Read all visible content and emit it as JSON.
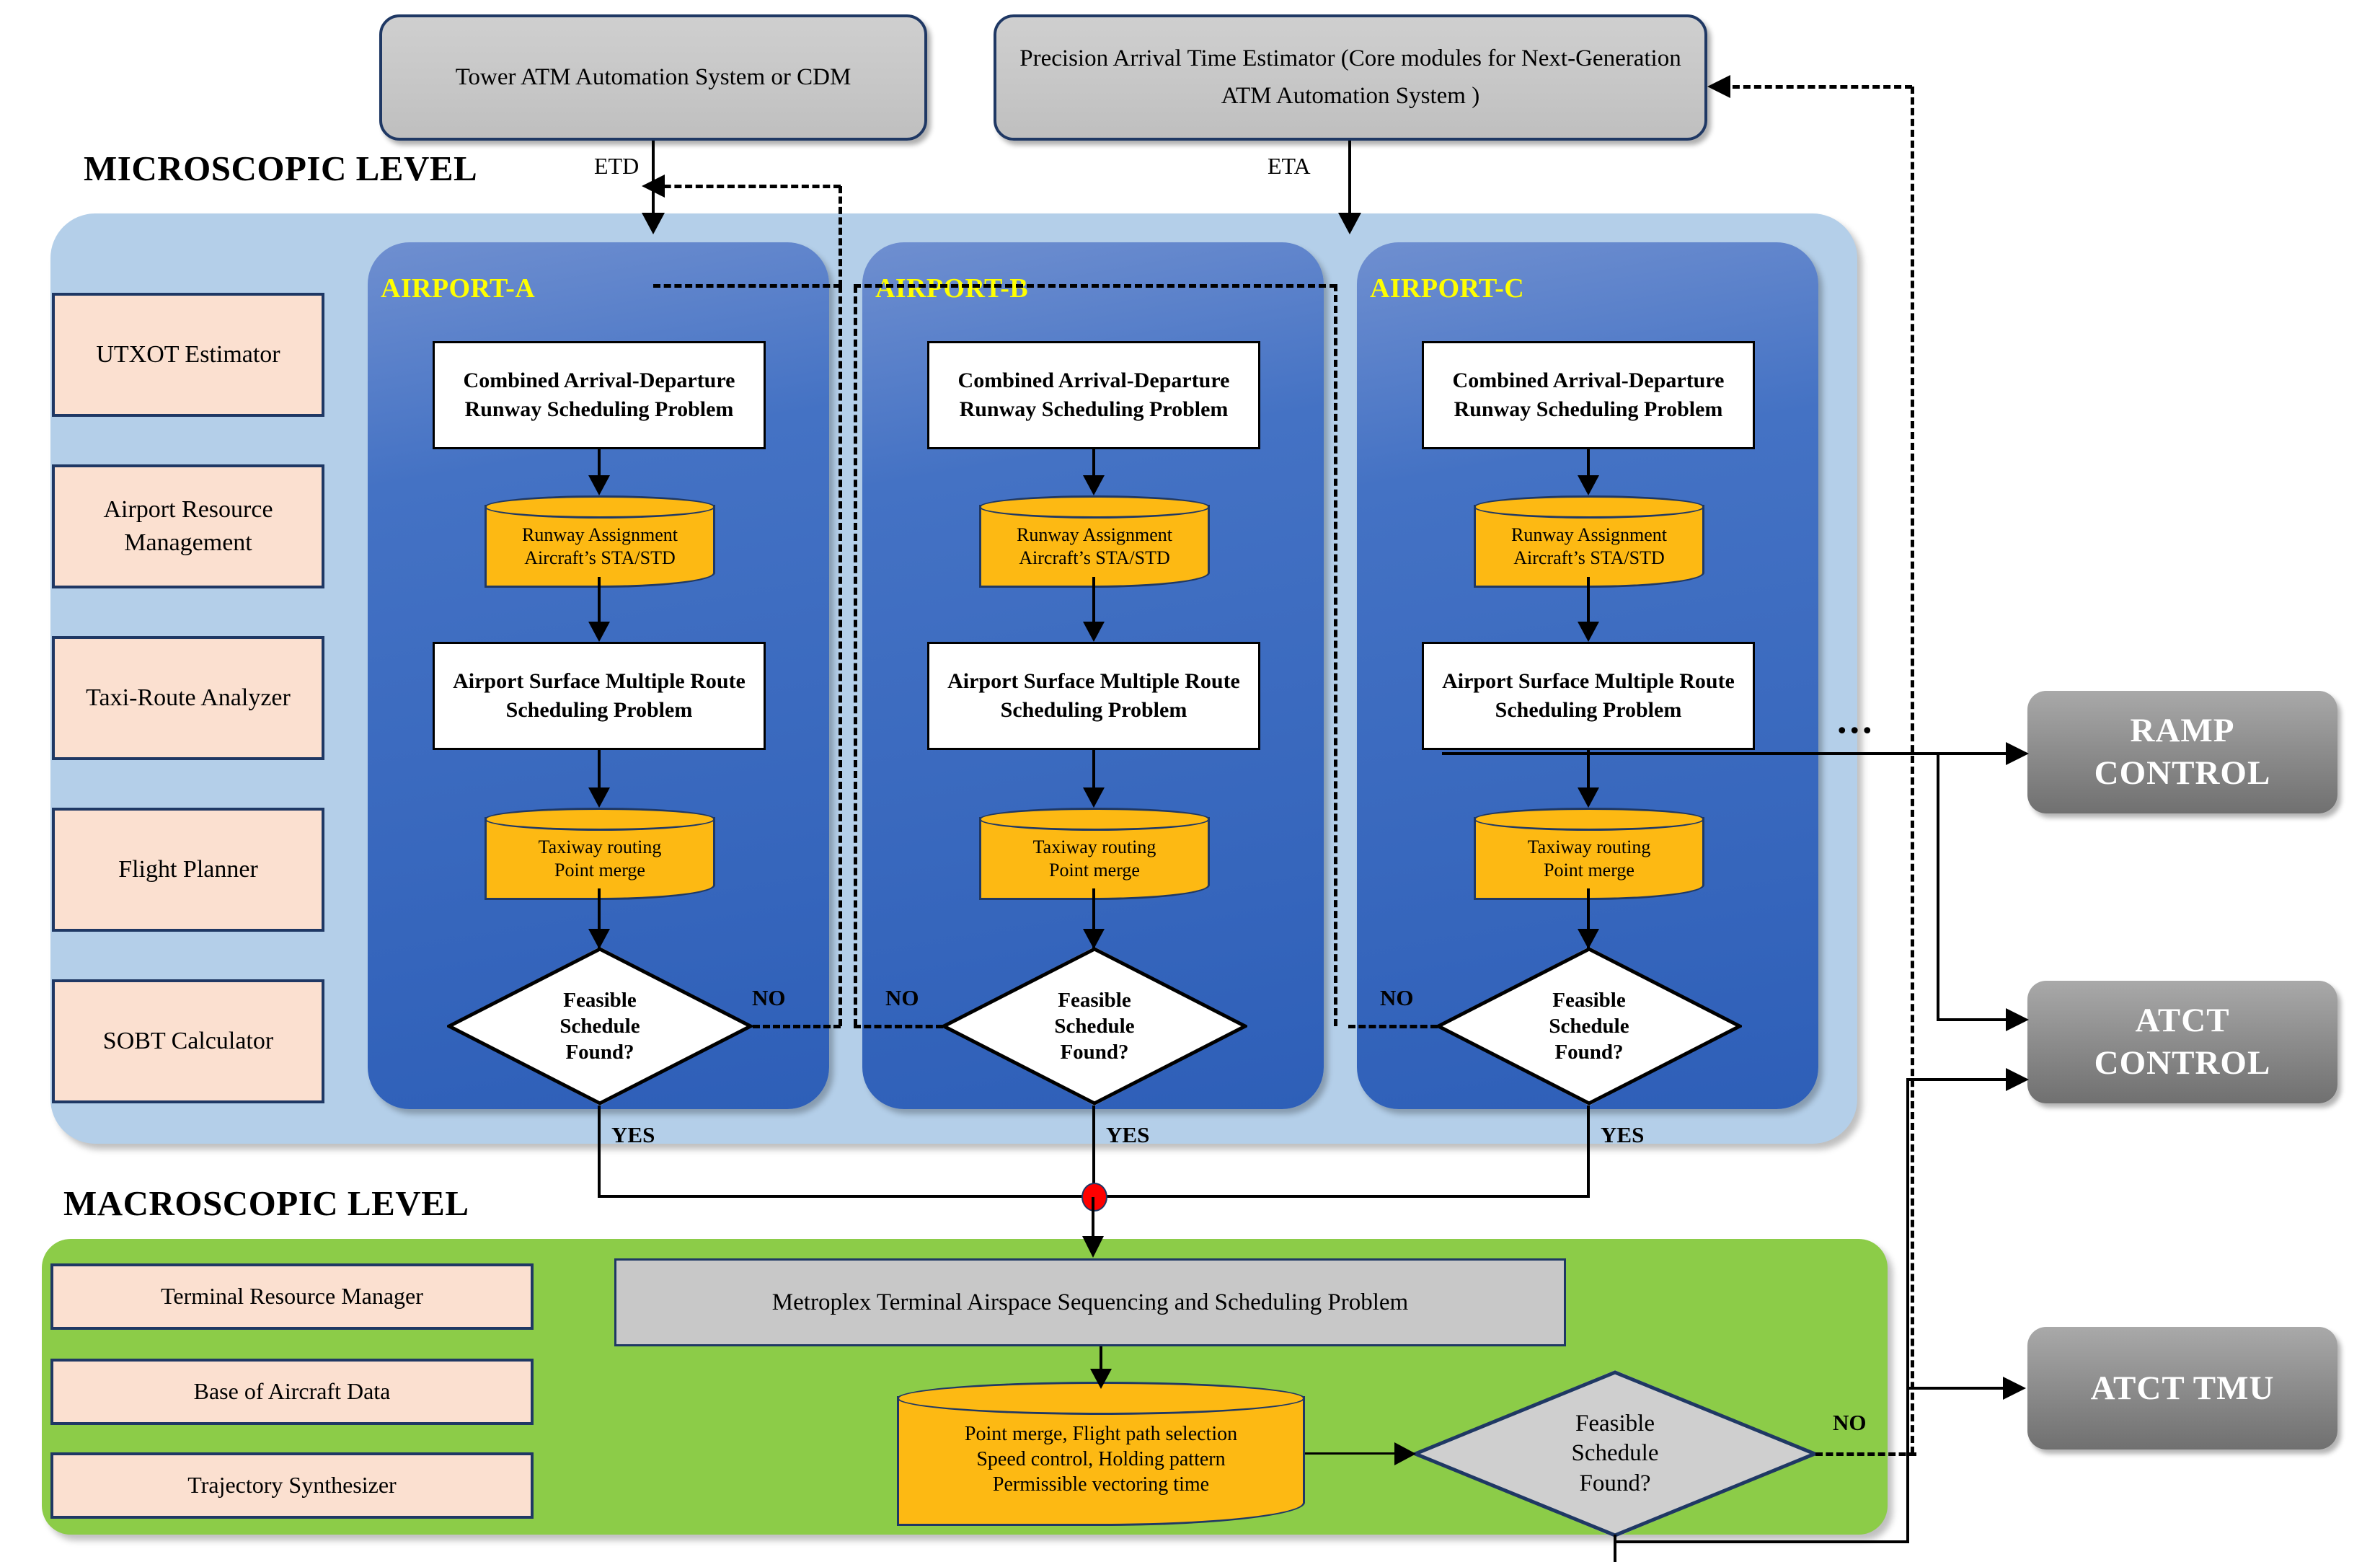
{
  "top_sources": [
    {
      "id": "tower-atm",
      "label": "Tower ATM Automation System or CDM"
    },
    {
      "id": "precision-arrival",
      "label": "Precision Arrival Time Estimator (Core modules for Next-Generation ATM Automation System )"
    }
  ],
  "flow_labels": {
    "etd": "ETD",
    "eta": "ETA",
    "yes": "YES",
    "no": "NO",
    "ellipsis": "..."
  },
  "levels": {
    "microscopic": "MICROSCOPIC LEVEL",
    "macroscopic": "MACROSCOPIC LEVEL"
  },
  "microscopic": {
    "modules": [
      {
        "id": "utxot-estimator",
        "label": "UTXOT Estimator"
      },
      {
        "id": "airport-resource-management",
        "label": "Airport Resource Management"
      },
      {
        "id": "taxi-route-analyzer",
        "label": "Taxi-Route Analyzer"
      },
      {
        "id": "flight-planner",
        "label": "Flight Planner"
      },
      {
        "id": "sobt-calculator",
        "label": "SOBT Calculator"
      }
    ],
    "airports": [
      {
        "id": "airport-a",
        "name": "AIRPORT-A"
      },
      {
        "id": "airport-b",
        "name": "AIRPORT-B"
      },
      {
        "id": "airport-c",
        "name": "AIRPORT-C"
      }
    ],
    "airport_flow": {
      "step1": "Combined Arrival-Departure Runway Scheduling Problem",
      "store1_line1": "Runway Assignment",
      "store1_line2": "Aircraft’s STA/STD",
      "step2": "Airport Surface Multiple Route Scheduling Problem",
      "store2_line1": "Taxiway routing",
      "store2_line2": "Point merge",
      "decision_line1": "Feasible",
      "decision_line2": "Schedule",
      "decision_line3": "Found?"
    }
  },
  "macroscopic": {
    "modules": [
      {
        "id": "terminal-resource-manager",
        "label": "Terminal Resource Manager"
      },
      {
        "id": "base-of-aircraft-data",
        "label": "Base of Aircraft Data"
      },
      {
        "id": "trajectory-synthesizer",
        "label": "Trajectory Synthesizer"
      }
    ],
    "problem_box": "Metroplex Terminal Airspace Sequencing and Scheduling Problem",
    "store": {
      "line1": "Point merge,  Flight path selection",
      "line2": "Speed control,  Holding pattern",
      "line3": "Permissible vectoring time"
    },
    "decision": {
      "line1": "Feasible",
      "line2": "Schedule",
      "line3": "Found?"
    }
  },
  "controls": [
    {
      "id": "ramp-control",
      "line1": "RAMP",
      "line2": "CONTROL"
    },
    {
      "id": "atct-control",
      "line1": "ATCT",
      "line2": "CONTROL"
    },
    {
      "id": "atct-tmu",
      "line1": "ATCT TMU",
      "line2": ""
    }
  ],
  "colors": {
    "microscopic_bg": "#b4cfe9",
    "macroscopic_bg": "#8ccc48",
    "airport_panel": "#4472c4",
    "module_card": "#fbe0d0",
    "data_store": "#fdb913",
    "control_box": "#808080",
    "airport_label": "#ffff00",
    "junction_dot": "#ff0000",
    "border_navy": "#1f3864"
  }
}
